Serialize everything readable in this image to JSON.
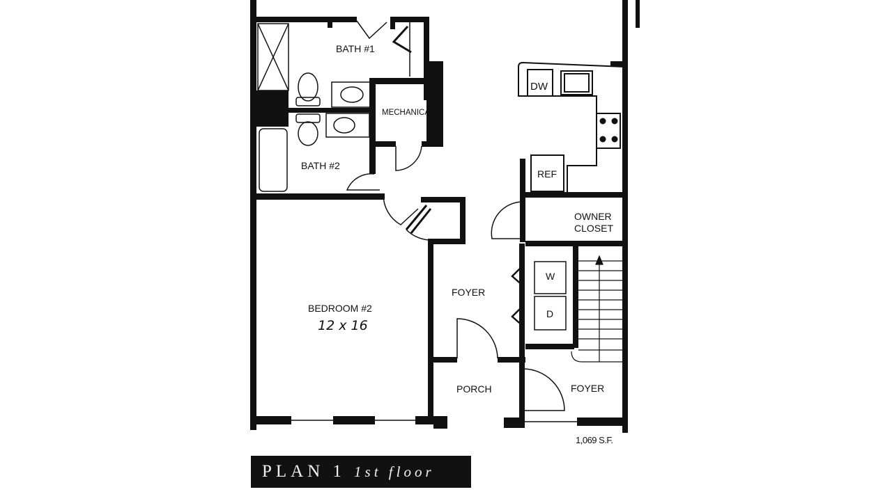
{
  "plan": {
    "title": "PLAN 1",
    "subtitle": "1st floor",
    "area": "1,069 S.F."
  },
  "rooms": {
    "bath1": "BATH #1",
    "bath2": "BATH #2",
    "mechanical": "MECHANICAL",
    "bedroom2": "BEDROOM #2",
    "bedroom2_size": "12 x 16",
    "foyer_main": "FOYER",
    "porch": "PORCH",
    "foyer_entry": "FOYER",
    "owner_closet_line1": "OWNER",
    "owner_closet_line2": "CLOSET"
  },
  "fixtures": {
    "dishwasher": "DW",
    "refrigerator": "REF",
    "washer": "W",
    "dryer": "D"
  }
}
